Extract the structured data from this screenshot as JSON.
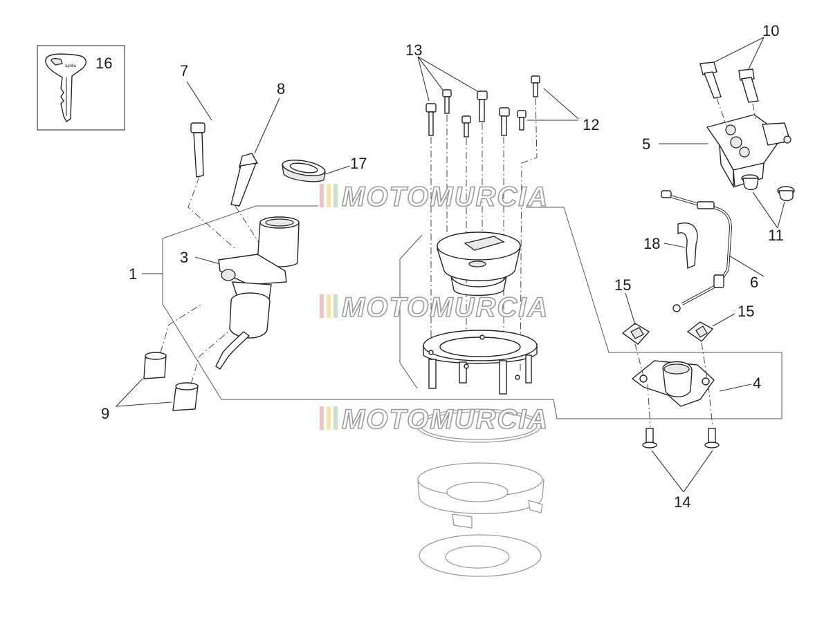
{
  "callouts": {
    "c1": "1",
    "c3": "3",
    "c4": "4",
    "c5": "5",
    "c6": "6",
    "c7": "7",
    "c8": "8",
    "c9": "9",
    "c10": "10",
    "c11": "11",
    "c12": "12",
    "c13": "13",
    "c14": "14",
    "c15a": "15",
    "c15b": "15",
    "c16": "16",
    "c17": "17",
    "c18": "18"
  },
  "watermark": {
    "text": "MOTOMURCIA",
    "stripe_colors": [
      "#f3c2c2",
      "#f5e3a8",
      "#c9e3c4"
    ]
  },
  "key_brand": "aprilia"
}
